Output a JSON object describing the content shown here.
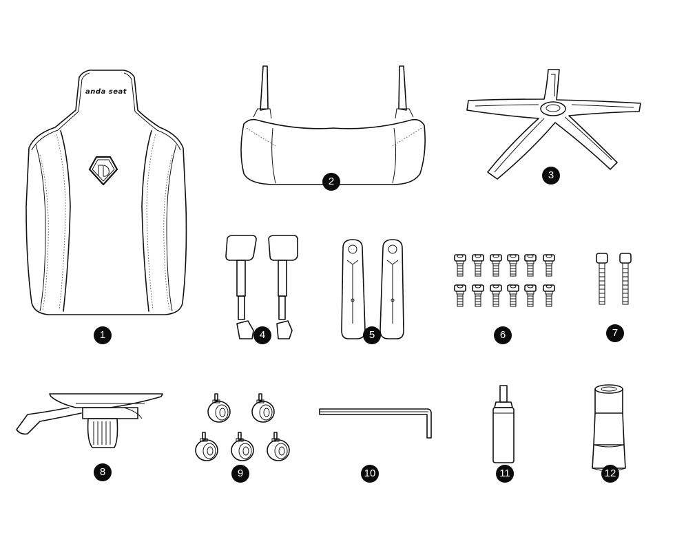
{
  "brand_text": "anda seat",
  "parts": [
    {
      "number": "1",
      "icon": "backrest-icon"
    },
    {
      "number": "2",
      "icon": "seat-cushion-icon"
    },
    {
      "number": "3",
      "icon": "five-star-base-icon"
    },
    {
      "number": "4",
      "icon": "armrest-icon"
    },
    {
      "number": "5",
      "icon": "side-bracket-icon"
    },
    {
      "number": "6",
      "icon": "short-bolts-icon"
    },
    {
      "number": "7",
      "icon": "long-bolts-icon"
    },
    {
      "number": "8",
      "icon": "tilt-mechanism-icon"
    },
    {
      "number": "9",
      "icon": "casters-icon"
    },
    {
      "number": "10",
      "icon": "allen-key-icon"
    },
    {
      "number": "11",
      "icon": "gas-lift-icon"
    },
    {
      "number": "12",
      "icon": "cylinder-cover-icon"
    }
  ]
}
